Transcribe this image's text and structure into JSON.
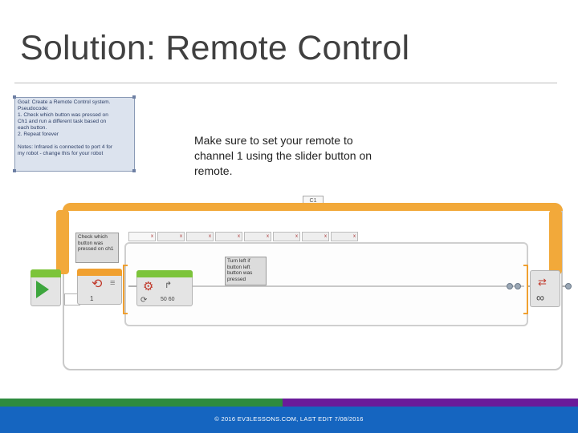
{
  "slide": {
    "title": "Solution: Remote Control",
    "note": "Make sure to set your remote to channel 1 using the slider button on remote.",
    "footer": "© 2016 EV3LESSONS.COM, LAST EDIT 7/08/2016"
  },
  "comment_block": {
    "lines": [
      "Goal: Create a Remote Control system.",
      "Pseudocode:",
      "1. Check which button was pressed on",
      "     Ch1 and run a different task based on",
      "     each button.",
      "2. Repeat forever",
      "",
      "Notes: Infrared is connected to port 4 for",
      "my robot - change this for your robot"
    ]
  },
  "program": {
    "channel_label": "C1",
    "check_comment": "Check which button was pressed on ch1",
    "turn_comment": "Turn left if button left button was pressed",
    "check_value": "1",
    "motor_values": "50   60",
    "switch_case_count": 8
  },
  "colors": {
    "loop_orange": "#f2a93a",
    "start_green": "#7cc43a",
    "footer_green": "#2e8b3e",
    "footer_purple": "#6a1b9a",
    "footer_blue": "#1565c0"
  },
  "icons": [
    "play-flag-icon",
    "ir-sensor-icon",
    "motor-icon",
    "infinity-icon",
    "loop-arrows-icon"
  ]
}
